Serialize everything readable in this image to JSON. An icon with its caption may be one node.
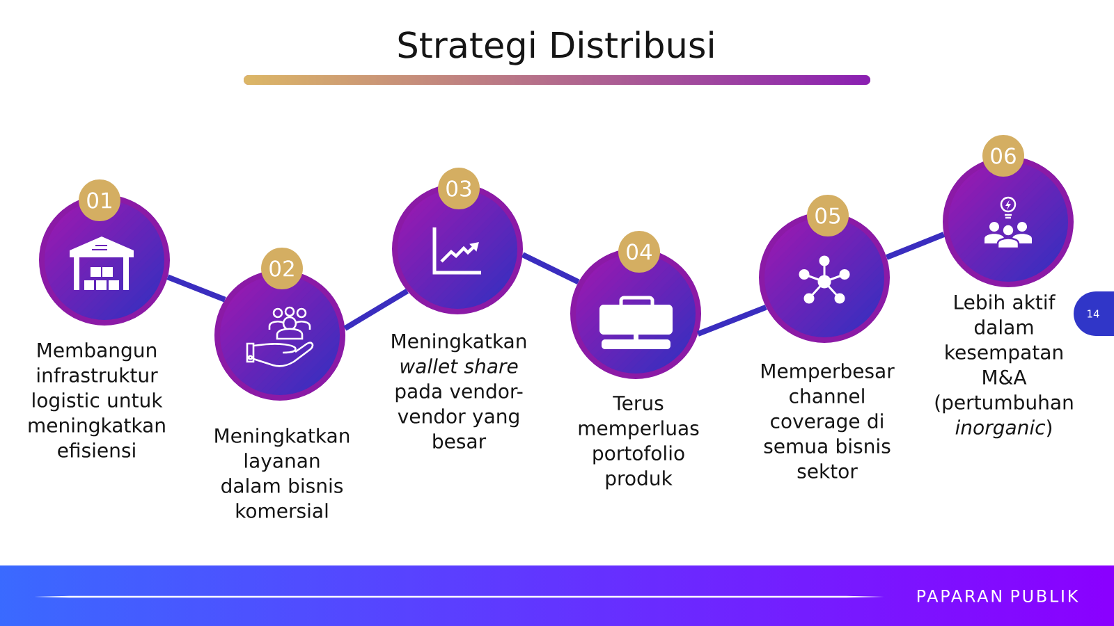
{
  "diagram": {
    "title": "Strategi Distribusi",
    "nodes": [
      {
        "text": [
          "01"
        ],
        "beside": [
          "Membangun infrastruktur logistic untuk meningkatkan efisiensi"
        ]
      },
      {
        "text": [
          "02"
        ],
        "beside": [
          "Meningkatkan layanan dalam bisnis komersial"
        ]
      },
      {
        "text": [
          "03"
        ],
        "beside": [
          "Meningkatkan *wallet share* pada vendor-vendor yang besar"
        ]
      },
      {
        "text": [
          "04"
        ],
        "beside": [
          "Terus memperluas portofolio produk"
        ]
      },
      {
        "text": [
          "05"
        ],
        "beside": [
          "Memperbesar channel coverage di semua bisnis sektor"
        ]
      },
      {
        "text": [
          "06"
        ],
        "beside": [
          "Lebih aktif dalam kesempatan M&A (pertumbuhan *inorganic*)"
        ]
      }
    ],
    "edges": [
      {
        "from": 0,
        "to": 1,
        "arrow": "none"
      },
      {
        "from": 1,
        "to": 2,
        "arrow": "none"
      },
      {
        "from": 2,
        "to": 3,
        "arrow": "none"
      },
      {
        "from": 3,
        "to": 4,
        "arrow": "none"
      },
      {
        "from": 4,
        "to": 5,
        "arrow": "none"
      }
    ],
    "labels": [
      "14",
      "PAPARAN PUBLIK"
    ]
  }
}
